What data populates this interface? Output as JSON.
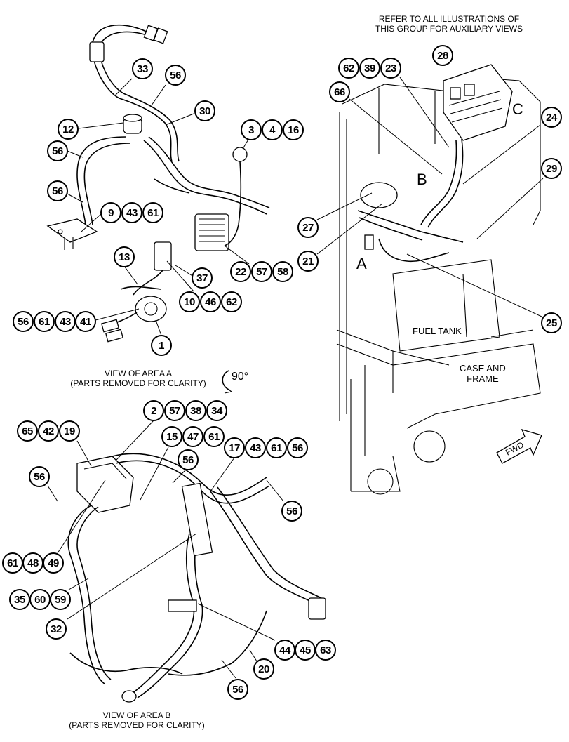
{
  "captions": {
    "refer": "REFER TO ALL ILLUSTRATIONS OF\nTHIS GROUP FOR AUXILIARY VIEWS",
    "view_a": "VIEW OF AREA A\n(PARTS REMOVED FOR CLARITY)",
    "rotation": "90°",
    "view_b": "VIEW OF AREA B\n(PARTS REMOVED FOR CLARITY)"
  },
  "area_labels": {
    "a": "A",
    "b": "B",
    "c": "C"
  },
  "part_labels": {
    "fuel_tank": "FUEL TANK",
    "case_frame": "CASE AND\nFRAME",
    "fwd": "FWD"
  },
  "callouts": {
    "view_a": [
      {
        "id": "c33",
        "labels": [
          "33"
        ]
      },
      {
        "id": "c56a",
        "labels": [
          "56"
        ]
      },
      {
        "id": "c30",
        "labels": [
          "30"
        ]
      },
      {
        "id": "c12",
        "labels": [
          "12"
        ]
      },
      {
        "id": "c56b",
        "labels": [
          "56"
        ]
      },
      {
        "id": "c3",
        "labels": [
          "3",
          "4",
          "16"
        ]
      },
      {
        "id": "c56c",
        "labels": [
          "56"
        ]
      },
      {
        "id": "c9",
        "labels": [
          "9",
          "43",
          "61"
        ]
      },
      {
        "id": "c13",
        "labels": [
          "13"
        ]
      },
      {
        "id": "c37",
        "labels": [
          "37"
        ]
      },
      {
        "id": "c22",
        "labels": [
          "22",
          "57",
          "58"
        ]
      },
      {
        "id": "c10",
        "labels": [
          "10",
          "46",
          "62"
        ]
      },
      {
        "id": "c56d",
        "labels": [
          "56",
          "61",
          "43",
          "41"
        ]
      },
      {
        "id": "c1",
        "labels": [
          "1"
        ]
      }
    ],
    "main_view": [
      {
        "id": "c28",
        "labels": [
          "28"
        ]
      },
      {
        "id": "c62",
        "labels": [
          "62",
          "39",
          "23"
        ]
      },
      {
        "id": "c66",
        "labels": [
          "66"
        ]
      },
      {
        "id": "c24",
        "labels": [
          "24"
        ]
      },
      {
        "id": "c29",
        "labels": [
          "29"
        ]
      },
      {
        "id": "c27",
        "labels": [
          "27"
        ]
      },
      {
        "id": "c21",
        "labels": [
          "21"
        ]
      },
      {
        "id": "c25",
        "labels": [
          "25"
        ]
      }
    ],
    "view_b": [
      {
        "id": "c2",
        "labels": [
          "2",
          "57",
          "38",
          "34"
        ]
      },
      {
        "id": "c65",
        "labels": [
          "65",
          "42",
          "19"
        ]
      },
      {
        "id": "c15",
        "labels": [
          "15",
          "47",
          "61"
        ]
      },
      {
        "id": "c17",
        "labels": [
          "17",
          "43",
          "61",
          "56"
        ]
      },
      {
        "id": "c56e",
        "labels": [
          "56"
        ]
      },
      {
        "id": "c56f",
        "labels": [
          "56"
        ]
      },
      {
        "id": "c56g",
        "labels": [
          "56"
        ]
      },
      {
        "id": "c61",
        "labels": [
          "61",
          "48",
          "49"
        ]
      },
      {
        "id": "c35",
        "labels": [
          "35",
          "60",
          "59"
        ]
      },
      {
        "id": "c32",
        "labels": [
          "32"
        ]
      },
      {
        "id": "c44",
        "labels": [
          "44",
          "45",
          "63"
        ]
      },
      {
        "id": "c20",
        "labels": [
          "20"
        ]
      },
      {
        "id": "c56h",
        "labels": [
          "56"
        ]
      }
    ]
  }
}
